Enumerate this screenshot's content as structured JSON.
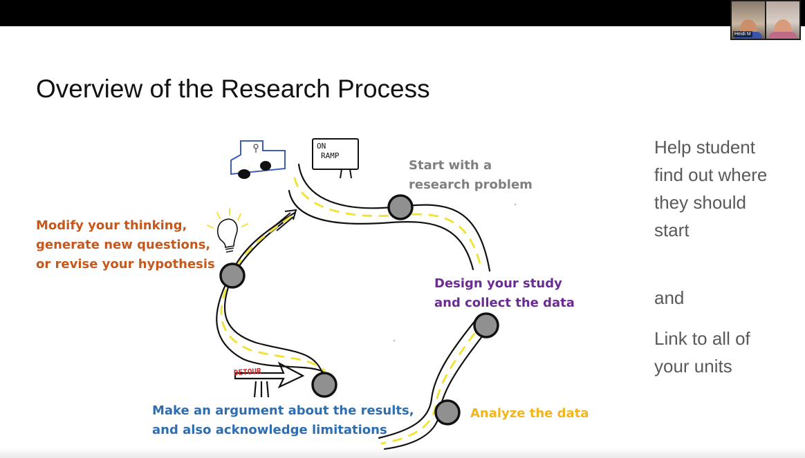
{
  "meeting": {
    "participant_name": "Heidi M"
  },
  "slide": {
    "title": "Overview of the Research Process",
    "steps": {
      "start": "Start with a\nresearch problem",
      "modify": "Modify your thinking,\ngenerate new questions,\nor revise your hypothesis",
      "design": "Design your study\nand collect the data",
      "analyze": "Analyze the data",
      "argue": "Make an argument about the results,\nand also acknowledge limitations"
    },
    "sign_on_ramp": [
      "ON",
      "RAMP"
    ],
    "detour_sign": "DETOUR",
    "side_notes": {
      "main": "Help student find out where they should start",
      "and": "and",
      "link": "Link to all of your units"
    }
  },
  "colors": {
    "start": "#7f7f7f",
    "modify": "#c5581d",
    "design": "#6a2c91",
    "analyze": "#f2b51b",
    "argue": "#2e6db0",
    "road_dash": "#f3e23a",
    "stop_fill": "#909090",
    "car": "#3b5cb8",
    "detour_red": "#d22020"
  },
  "icons": [
    "car-icon",
    "lightbulb-icon",
    "road-sign-icon",
    "detour-sign-icon",
    "arrow-icon"
  ]
}
